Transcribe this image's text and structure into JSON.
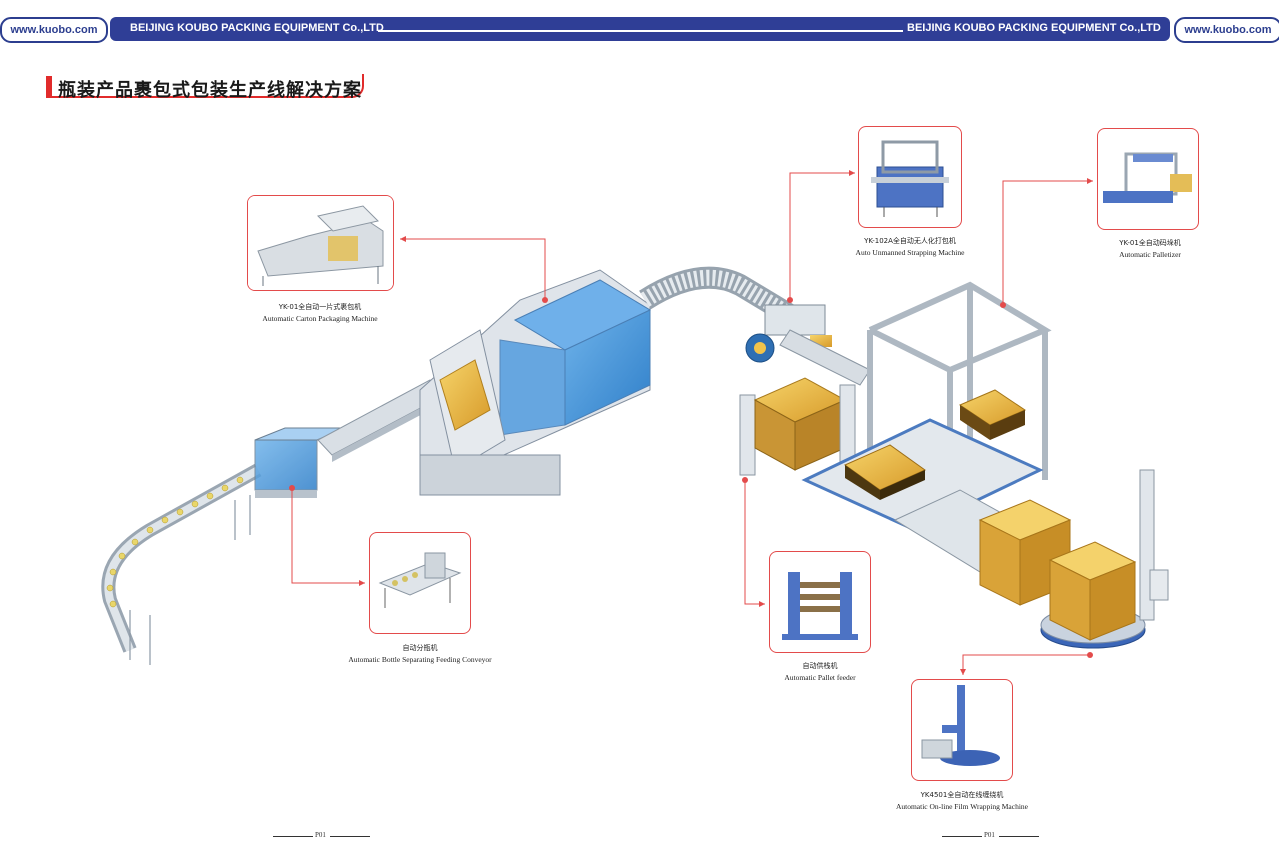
{
  "header": {
    "url_left": "www.kuobo.com",
    "url_right": "www.kuobo.com",
    "company_left": "BEIJING KOUBO PACKING EQUIPMENT Co.,LTD",
    "company_right": "BEIJING KOUBO PACKING EQUIPMENT Co.,LTD",
    "brand_color": "#2f3e96"
  },
  "section": {
    "title": "瓶装产品裹包式包装生产线解决方案",
    "accent_color": "#e12b2b"
  },
  "callouts": [
    {
      "id": "carton",
      "cn": "YK-01全自动一片式裹包机",
      "en": "Automatic Carton Packaging Machine"
    },
    {
      "id": "strapping",
      "cn": "YK-102A全自动无人化打包机",
      "en": "Auto Unmanned Strapping Machine"
    },
    {
      "id": "palletizer",
      "cn": "YK-01全自动码垛机",
      "en": "Automatic Palletizer"
    },
    {
      "id": "bottle",
      "cn": "自动分瓶机",
      "en": "Automatic Bottle Separating Feeding Conveyor"
    },
    {
      "id": "pallet",
      "cn": "自动供栈机",
      "en": "Automatic Pallet feeder"
    },
    {
      "id": "wrapping",
      "cn": "YK4501全自动在线缠绕机",
      "en": "Automatic On-line Film Wrapping Machine"
    }
  ],
  "footer": {
    "left": "P01",
    "right": "P01"
  }
}
